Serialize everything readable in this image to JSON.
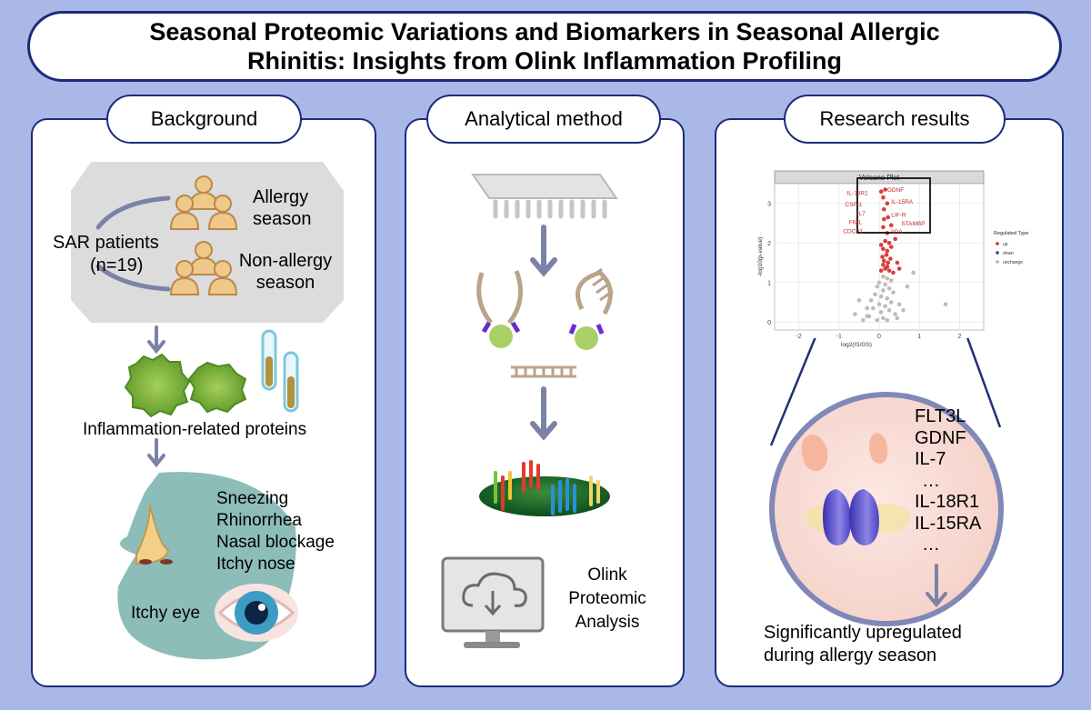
{
  "title": {
    "line1": "Seasonal Proteomic Variations and Biomarkers in Seasonal Allergic",
    "line2": "Rhinitis: Insights from Olink Inflammation Profiling"
  },
  "panels": {
    "background": {
      "heading": "Background",
      "patients": "SAR patients",
      "n": "(n=19)",
      "allergy_season": [
        "Allergy",
        "season"
      ],
      "non_allergy_season": [
        "Non-allergy",
        "season"
      ],
      "proteins": "Inflammation-related proteins",
      "symptoms": [
        "Sneezing",
        "Rhinorrhea",
        "Nasal blockage",
        "Itchy nose"
      ],
      "itchy_eye": "Itchy eye"
    },
    "method": {
      "heading": "Analytical method",
      "olink": [
        "Olink",
        "Proteomic",
        "Analysis"
      ]
    },
    "results": {
      "heading": "Research results",
      "biomarkers": [
        "FLT3L",
        "GDNF",
        "IL-7",
        "…",
        "IL-18R1",
        "IL-15RA",
        "…"
      ],
      "conclusion": [
        "Significantly upregulated",
        "during allergy season"
      ]
    }
  },
  "colors": {
    "border": "#1d2a7a",
    "background": "#a9b8e6",
    "up": "#d62728",
    "down": "#3b3b9c",
    "unchange": "#b5b5b5"
  },
  "chart_data": {
    "type": "scatter",
    "title": "Volcano Plot",
    "xlabel": "log2(IS/OS)",
    "ylabel": "-log10(p-value)",
    "xlim": [
      -2.6,
      2.6
    ],
    "ylim": [
      -0.2,
      3.5
    ],
    "xticks": [
      -2,
      -1,
      0,
      1,
      2
    ],
    "yticks": [
      0,
      1,
      2,
      3
    ],
    "grid": true,
    "legend": {
      "title": "Regulated Type",
      "placement": "right",
      "entries": [
        "up",
        "down",
        "unchange"
      ]
    },
    "series": [
      {
        "name": "up",
        "color": "#d62728",
        "points": [
          [
            0.15,
            3.35
          ],
          [
            0.05,
            3.3
          ],
          [
            0.1,
            3.15
          ],
          [
            0.2,
            3.0
          ],
          [
            0.12,
            2.85
          ],
          [
            0.22,
            2.65
          ],
          [
            0.12,
            2.6
          ],
          [
            0.3,
            2.45
          ],
          [
            0.1,
            2.4
          ],
          [
            0.2,
            2.25
          ],
          [
            0.15,
            2.05
          ],
          [
            0.25,
            2.0
          ],
          [
            0.05,
            1.95
          ],
          [
            0.3,
            1.9
          ],
          [
            0.1,
            1.85
          ],
          [
            0.2,
            1.8
          ],
          [
            0.18,
            1.7
          ],
          [
            0.08,
            1.65
          ],
          [
            0.28,
            1.6
          ],
          [
            0.12,
            1.55
          ],
          [
            0.22,
            1.5
          ],
          [
            0.1,
            1.45
          ],
          [
            0.2,
            1.4
          ],
          [
            0.15,
            1.35
          ],
          [
            0.25,
            1.3
          ],
          [
            0.05,
            1.3
          ],
          [
            0.35,
            1.25
          ],
          [
            0.4,
            2.1
          ],
          [
            0.45,
            1.5
          ],
          [
            0.5,
            1.35
          ]
        ]
      },
      {
        "name": "down",
        "color": "#3b3b9c",
        "points": []
      },
      {
        "name": "unchange",
        "color": "#b5b5b5",
        "points": [
          [
            0.1,
            1.15
          ],
          [
            0.2,
            1.1
          ],
          [
            0.0,
            1.0
          ],
          [
            0.3,
            1.05
          ],
          [
            0.15,
            0.95
          ],
          [
            -0.05,
            0.9
          ],
          [
            0.25,
            0.85
          ],
          [
            0.1,
            0.8
          ],
          [
            0.35,
            0.75
          ],
          [
            -0.1,
            0.7
          ],
          [
            0.05,
            0.65
          ],
          [
            0.2,
            0.6
          ],
          [
            -0.2,
            0.55
          ],
          [
            0.3,
            0.5
          ],
          [
            0.0,
            0.45
          ],
          [
            0.15,
            0.4
          ],
          [
            -0.15,
            0.35
          ],
          [
            0.25,
            0.3
          ],
          [
            0.05,
            0.25
          ],
          [
            0.4,
            0.2
          ],
          [
            -0.3,
            0.15
          ],
          [
            0.1,
            0.1
          ],
          [
            -0.05,
            0.05
          ],
          [
            0.2,
            0.05
          ],
          [
            -0.5,
            0.55
          ],
          [
            -0.3,
            0.35
          ],
          [
            0.5,
            0.45
          ],
          [
            0.6,
            0.3
          ],
          [
            -0.25,
            0.15
          ],
          [
            0.45,
            0.1
          ],
          [
            -0.4,
            0.05
          ],
          [
            1.65,
            0.45
          ],
          [
            0.85,
            1.25
          ],
          [
            0.7,
            0.9
          ],
          [
            -0.6,
            0.2
          ]
        ]
      }
    ],
    "labels": [
      {
        "text": "GDNF",
        "x": 0.2,
        "y": 3.35
      },
      {
        "text": "IL-18R1",
        "x": -0.8,
        "y": 3.27
      },
      {
        "text": "IL-15RA",
        "x": 0.3,
        "y": 3.05
      },
      {
        "text": "CSF-1",
        "x": -0.85,
        "y": 2.98
      },
      {
        "text": "IL7",
        "x": -0.55,
        "y": 2.75
      },
      {
        "text": "LIF-R",
        "x": 0.3,
        "y": 2.72
      },
      {
        "text": "Flt3L",
        "x": -0.75,
        "y": 2.53
      },
      {
        "text": "STAMBP",
        "x": 0.55,
        "y": 2.5
      },
      {
        "text": "CDCP1",
        "x": -0.9,
        "y": 2.31
      },
      {
        "text": "ADA",
        "x": 0.28,
        "y": 2.29
      }
    ]
  }
}
